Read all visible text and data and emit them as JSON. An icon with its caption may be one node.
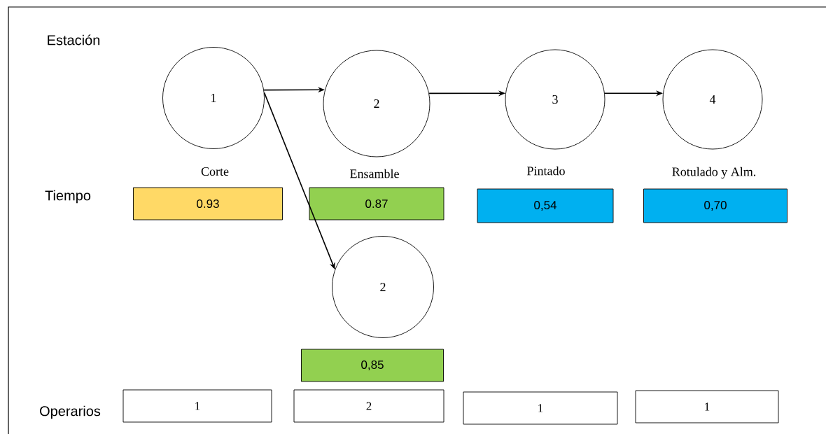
{
  "diagram": {
    "nodes": [
      {
        "text": [
          "1"
        ],
        "beside": [
          "Corte"
        ]
      },
      {
        "text": [
          "2"
        ],
        "beside": [
          "Ensamble"
        ]
      },
      {
        "text": [
          "3"
        ],
        "beside": [
          "Pintado"
        ]
      },
      {
        "text": [
          "4"
        ],
        "beside": [
          "Rotulado y Alm."
        ]
      },
      {
        "text": [
          "2"
        ]
      },
      {
        "text": [
          "0.93"
        ]
      },
      {
        "text": [
          "0.87"
        ]
      },
      {
        "text": [
          "0,54"
        ]
      },
      {
        "text": [
          "0,70"
        ]
      },
      {
        "text": [
          "0,85"
        ]
      },
      {
        "text": [
          "1"
        ]
      },
      {
        "text": [
          "2"
        ]
      },
      {
        "text": [
          "1"
        ]
      },
      {
        "text": [
          "1"
        ]
      }
    ],
    "edges": [
      {
        "from": 0,
        "to": 1,
        "arrow": "to"
      },
      {
        "from": 1,
        "to": 2,
        "arrow": "to"
      },
      {
        "from": 2,
        "to": 3,
        "arrow": "to"
      },
      {
        "from": 0,
        "to": 4,
        "arrow": "to"
      }
    ],
    "labels": [
      "Estación",
      "Tiempo",
      "Operarios"
    ]
  }
}
